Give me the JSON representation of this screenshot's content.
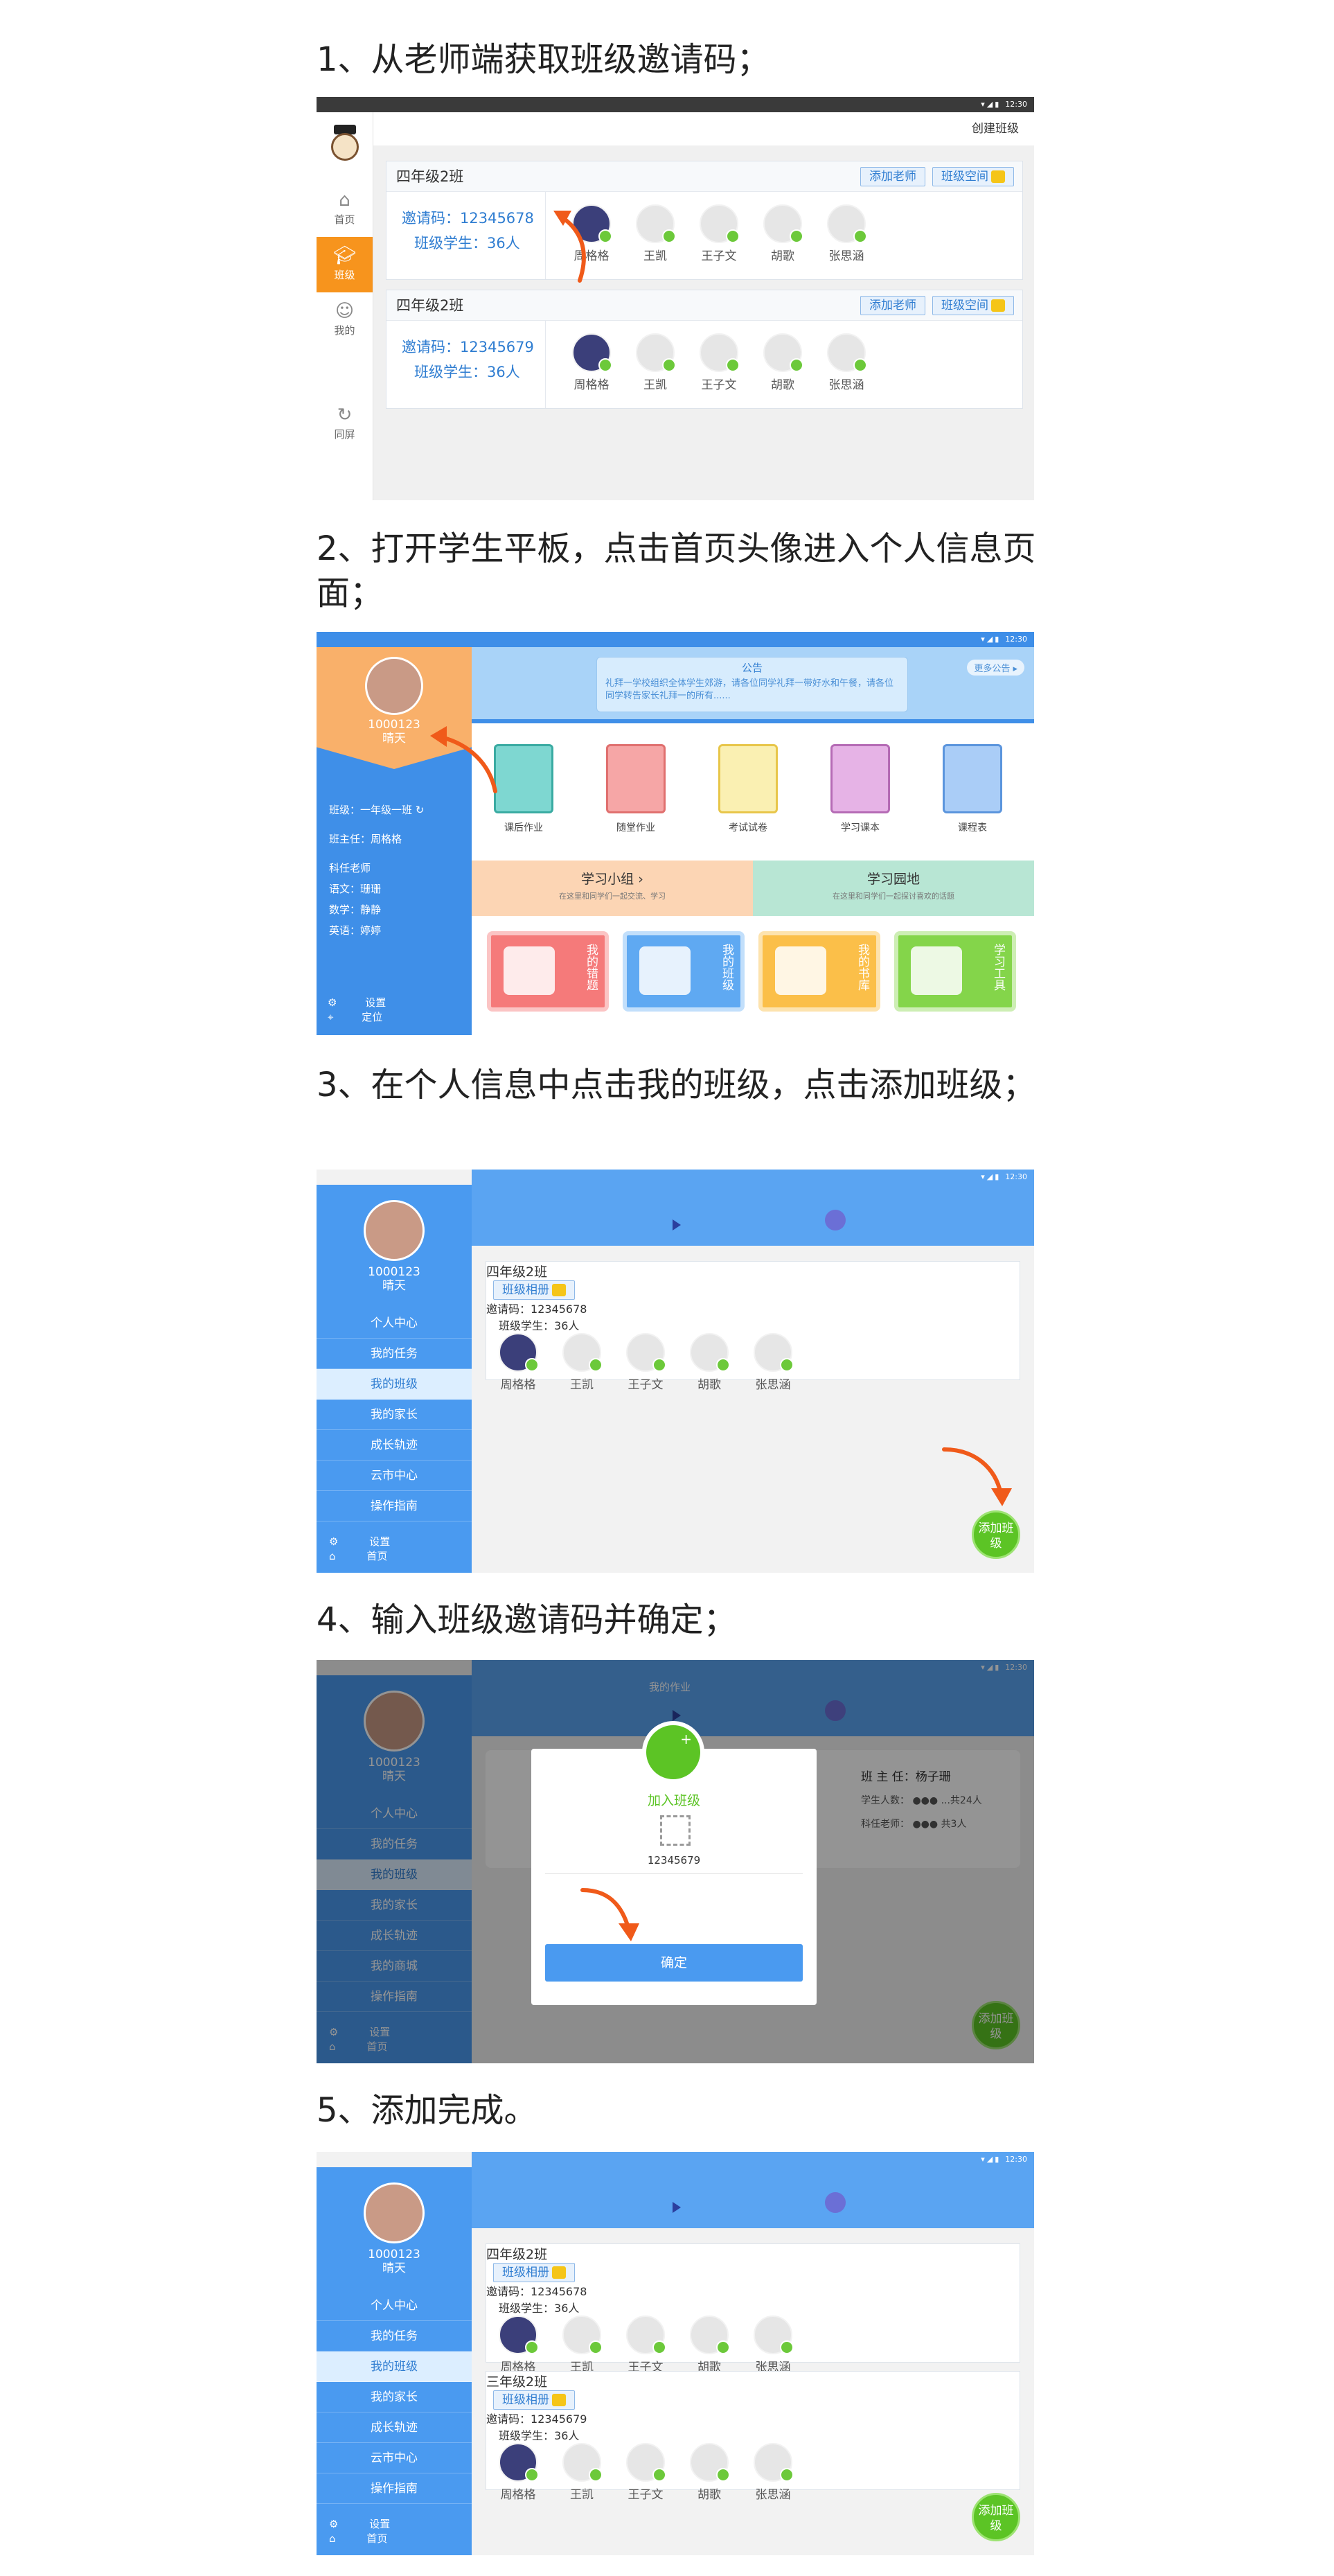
{
  "steps": [
    {
      "title": "1、从老师端获取班级邀请码；"
    },
    {
      "title": "2、打开学生平板，点击首页头像进入个人信息页面；"
    },
    {
      "title": "3、在个人信息中点击我的班级，点击添加班级；"
    },
    {
      "title": " 4、输入班级邀请码并确定；"
    },
    {
      "title": "5、添加完成。"
    }
  ],
  "status_time": "12:30",
  "teacher": {
    "nav": [
      {
        "label": "首页",
        "icon": "home-icon"
      },
      {
        "label": "班级",
        "icon": "class-icon"
      },
      {
        "label": "我的",
        "icon": "user-icon"
      },
      {
        "label": "同屏",
        "icon": "sync-icon"
      }
    ],
    "create_class": "创建班级",
    "add_teacher": "添加老师",
    "class_space": "班级空间",
    "classes": [
      {
        "name": "四年级2班",
        "invite_label": "邀请码：",
        "invite_code": "12345678",
        "count_label": "班级学生：",
        "count": "36人"
      },
      {
        "name": "四年级2班",
        "invite_label": "邀请码：",
        "invite_code": "12345679",
        "count_label": "班级学生：",
        "count": "36人"
      }
    ],
    "students": [
      "周格格",
      "王凯",
      "王子文",
      "胡歌",
      "张思涵"
    ]
  },
  "student_home": {
    "id": "1000123",
    "name": "晴天",
    "class_line": "班级：一年级一班",
    "head_teacher": "班主任：周格格",
    "subject_teachers_label": "科任老师",
    "subjects": [
      "语文：珊珊",
      "数学：静静",
      "英语：婷婷"
    ],
    "settings": "设置",
    "locate": "定位",
    "notice_title": "公告",
    "notice_text": "礼拜一学校组织全体学生郊游，请各位同学礼拜一带好水和午餐，请各位同学转告家长礼拜一的所有......",
    "notice_more": "更多公告",
    "tools": [
      "课后作业",
      "随堂作业",
      "考试试卷",
      "学习课本",
      "课程表"
    ],
    "bands": [
      {
        "title": "学习小组",
        "sub": "在这里和同学们一起交流、学习"
      },
      {
        "title": "学习园地",
        "sub": "在这里和同学们一起探讨喜欢的话题"
      }
    ],
    "tiles": [
      "我的错题",
      "我的班级",
      "我的书库",
      "学习工具"
    ]
  },
  "student_class": {
    "id": "1000123",
    "name": "晴天",
    "menu": [
      "个人中心",
      "我的任务",
      "我的班级",
      "我的家长",
      "成长轨迹",
      "云市中心",
      "操作指南"
    ],
    "menu_s4": [
      "个人中心",
      "我的任务",
      "我的班级",
      "我的家长",
      "成长轨迹",
      "我的商城",
      "操作指南"
    ],
    "settings": "设置",
    "home": "首页",
    "album": "班级相册",
    "add_class": "添加班级",
    "classes_s3": [
      {
        "name": "四年级2班",
        "invite_label": "邀请码：",
        "invite_code": "12345678",
        "count_label": "班级学生：",
        "count": "36人"
      }
    ],
    "classes_s5": [
      {
        "name": "四年级2班",
        "invite_label": "邀请码：",
        "invite_code": "12345678",
        "count_label": "班级学生：",
        "count": "36人"
      },
      {
        "name": "三年级2班",
        "invite_label": "邀请码：",
        "invite_code": "12345679",
        "count_label": "班级学生：",
        "count": "36人"
      }
    ],
    "students": [
      "周格格",
      "王凯",
      "王子文",
      "胡歌",
      "张思涵"
    ]
  },
  "join_modal": {
    "topic": "我的作业",
    "title": "加入班级",
    "code": "12345679",
    "confirm": "确定",
    "bg_head_teacher": "班 主 任：杨子珊",
    "bg_students": "学生人数：",
    "bg_students_total": "...共24人",
    "bg_subject_teachers": "科任老师：",
    "bg_subject_total": "共3人"
  },
  "colors": {
    "orange": "#f7941d",
    "blue": "#4a9af0",
    "green": "#5cc425",
    "arrow": "#f05a1a"
  }
}
